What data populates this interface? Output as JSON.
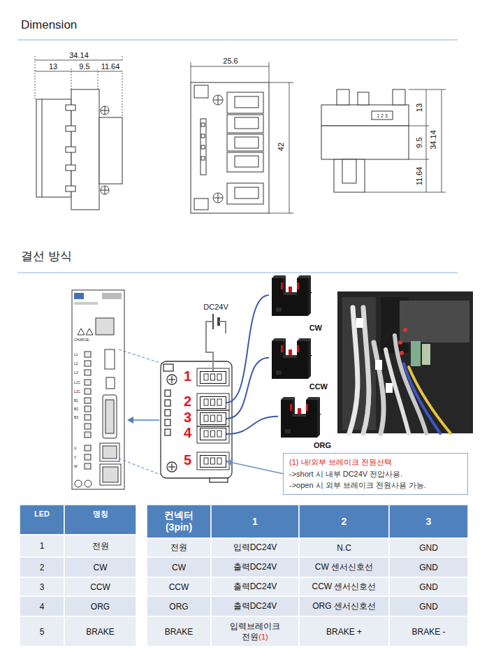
{
  "diagram": {
    "title": "Dimension",
    "nodes": [
      {
        "text": [
          "DC24V"
        ]
      },
      {
        "text": [
          "CW"
        ]
      },
      {
        "text": [
          "CCW"
        ]
      },
      {
        "text": [
          "ORG"
        ]
      },
      {
        "text": [
          "1"
        ]
      },
      {
        "text": [
          "2"
        ]
      },
      {
        "text": [
          "3"
        ]
      },
      {
        "text": [
          "4"
        ]
      },
      {
        "text": [
          "5"
        ]
      },
      {
        "text": [
          "(1) 내/외부 브레이크 전원선택",
          "->short 시 내부 DC24V 전압사용.",
          "->open 시 외부 브레이크 전원사용 가능."
        ]
      }
    ],
    "edges": [
      {
        "from": 0,
        "to": 4,
        "arrow": "none"
      },
      {
        "from": 5,
        "to": 1,
        "arrow": "none"
      },
      {
        "from": 6,
        "to": 2,
        "arrow": "none"
      },
      {
        "from": 7,
        "to": 3,
        "arrow": "none"
      },
      {
        "from": 9,
        "to": 8,
        "arrow": "to"
      }
    ],
    "labels": [
      "결선 방식",
      "34.14",
      "13",
      "9.5",
      "11.64",
      "25.6",
      "42",
      "1 2 3",
      "13",
      "9.5",
      "34.14",
      "11.64",
      "CHARGE",
      "L1",
      "L2",
      "L3",
      "L1C",
      "L2C",
      "B1",
      "B2",
      "B3",
      "U",
      "V",
      "W",
      "LED",
      "명칭",
      "1",
      "전원",
      "2",
      "CW",
      "3",
      "CCW",
      "4",
      "ORG",
      "5",
      "BRAKE",
      "컨넥터 (3pin)",
      "1",
      "2",
      "3",
      "전원",
      "입력DC24V",
      "N.C",
      "GND",
      "CW",
      "출력DC24V",
      "CW 센서신호선",
      "GND",
      "CCW",
      "출력DC24V",
      "CCW 센서신호선",
      "GND",
      "ORG",
      "출력DC24V",
      "ORG 센서신호선",
      "GND",
      "BRAKE",
      "입력브레이크 전원",
      "(1)",
      "BRAKE +",
      "BRAKE -"
    ]
  }
}
